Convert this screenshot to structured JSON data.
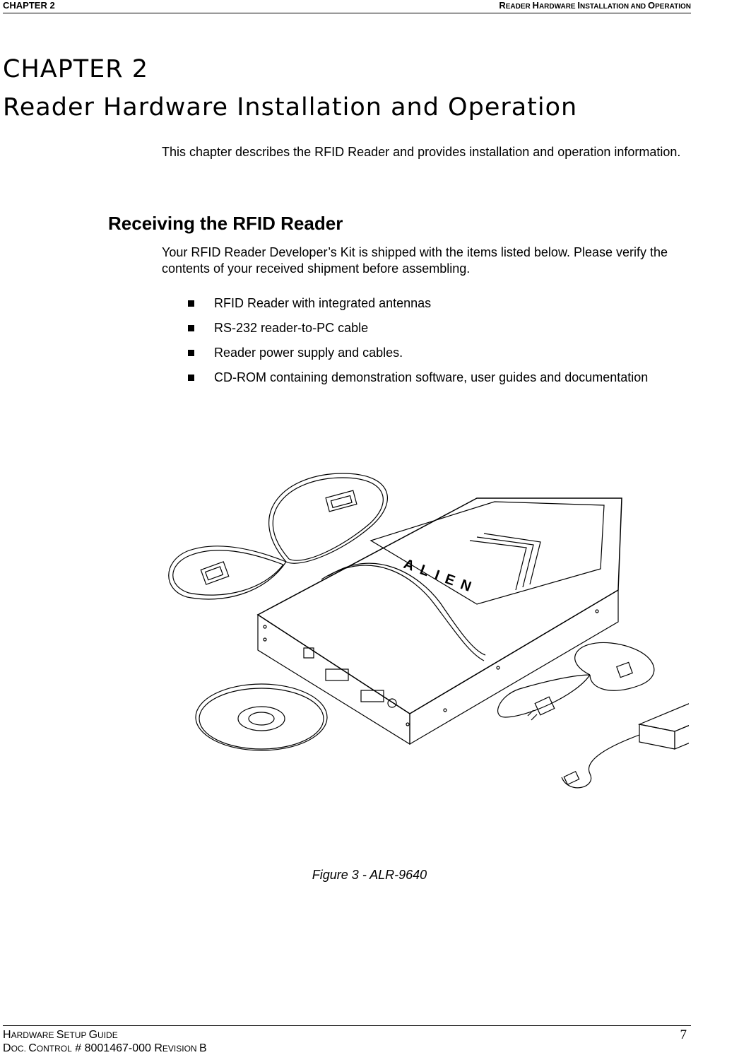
{
  "header": {
    "chapter_label": "CHAPTER 2",
    "section_title_parts": [
      {
        "cap": "R",
        "rest": "EADER "
      },
      {
        "cap": "H",
        "rest": "ARDWARE "
      },
      {
        "cap": "I",
        "rest": "NSTALLATION AND "
      },
      {
        "cap": "O",
        "rest": "PERATION"
      }
    ]
  },
  "chapter": {
    "number": "CHAPTER 2",
    "title": "Reader Hardware Installation and Operation"
  },
  "intro": "This chapter describes the RFID Reader and provides installation and operation information.",
  "section": {
    "heading": "Receiving the RFID Reader",
    "paragraph": "Your RFID Reader Developer’s Kit is shipped with the items listed below. Please verify the contents of your received shipment before assembling.",
    "items": [
      "RFID Reader with integrated antennas",
      "RS-232 reader-to-PC cable",
      "Reader power supply and cables.",
      "CD-ROM containing demonstration software, user guides and documentation"
    ]
  },
  "figure": {
    "logo_text": "ALIEN",
    "caption": "Figure 3 - ALR-9640"
  },
  "footer": {
    "guide_parts": [
      {
        "cap": "H",
        "rest": "ARDWARE "
      },
      {
        "cap": "S",
        "rest": "ETUP "
      },
      {
        "cap": "G",
        "rest": "UIDE"
      }
    ],
    "doc_parts": [
      {
        "cap": "D",
        "rest": "OC. "
      },
      {
        "cap": "C",
        "rest": "ONTROL"
      }
    ],
    "doc_number": " # 8001467-000 ",
    "rev_parts": [
      {
        "cap": "R",
        "rest": "EVISION "
      }
    ],
    "rev_letter": "B",
    "page_number": "7"
  }
}
